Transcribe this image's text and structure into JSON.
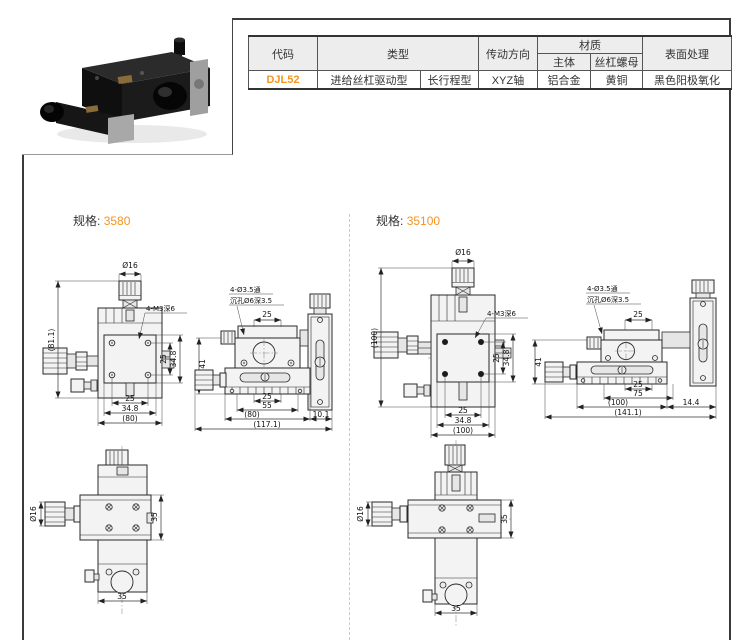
{
  "accent": "#f7941d",
  "table": {
    "h_code": "代码",
    "h_type": "类型",
    "h_drive": "传动方向",
    "h_material": "材质",
    "h_body": "主体",
    "h_nut": "丝杠螺母",
    "h_surface": "表面处理",
    "r_code": "DJL52",
    "r_type1": "进给丝杠驱动型",
    "r_type2": "长行程型",
    "r_drive": "XYZ轴",
    "r_body": "铝合金",
    "r_nut": "黄铜",
    "r_surface": "黑色阳极氧化"
  },
  "specs": [
    {
      "label": "规格:",
      "value": "3580",
      "front": {
        "dia": "Ø16",
        "thread": "4-M3深6",
        "oh": "(81.1)",
        "p25v": "25",
        "p348v": "34.8",
        "p25h": "25",
        "p348h": "34.8",
        "ow": "(80)"
      },
      "side": {
        "hole1": "4-Ø3.5通",
        "hole2": "沉孔Ø6深3.5",
        "t25": "25",
        "h41": "41",
        "b25": "25",
        "bmid": "55",
        "brail": "(80)",
        "btotal": "(117.1)",
        "bright": "10.1"
      },
      "bottom": {
        "dia": "Ø16",
        "v35": "35",
        "h35": "35"
      }
    },
    {
      "label": "规格:",
      "value": "35100",
      "front": {
        "dia": "Ø16",
        "thread": "4-M3深6",
        "oh": "(100)",
        "p25v": "25",
        "p348v": "34.8",
        "p25h": "25",
        "p348h": "34.8",
        "ow": "(100)"
      },
      "side": {
        "hole1": "4-Ø3.5通",
        "hole2": "沉孔Ø6深3.5",
        "t25": "25",
        "h41": "41",
        "b25": "25",
        "bmid": "75",
        "brail": "(100)",
        "btotal": "(141.1)",
        "bright": "14.4"
      },
      "bottom": {
        "dia": "Ø16",
        "v35": "35",
        "h35": "35"
      }
    }
  ]
}
